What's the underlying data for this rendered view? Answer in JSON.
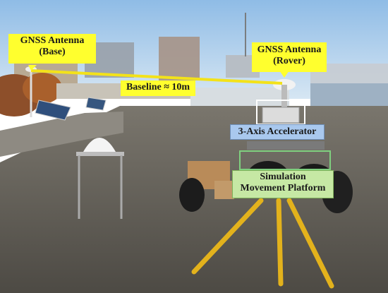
{
  "labels": {
    "base_antenna": [
      "GNSS Antenna",
      "(Base)"
    ],
    "rover_antenna": [
      "GNSS Antenna",
      "(Rover)"
    ],
    "baseline": "Baseline ≈ 10m",
    "accelerometer": "3-Axis Accelerator",
    "platform": [
      "Simulation",
      "Movement Platform"
    ]
  },
  "colors": {
    "callout_yellow": "#ffff2e",
    "callout_blue": "#a9c8ee",
    "callout_green": "#c6e8a4",
    "baseline_line": "#f3e21a",
    "sky": "#a9cbe9",
    "roof": "#5f5b54"
  }
}
